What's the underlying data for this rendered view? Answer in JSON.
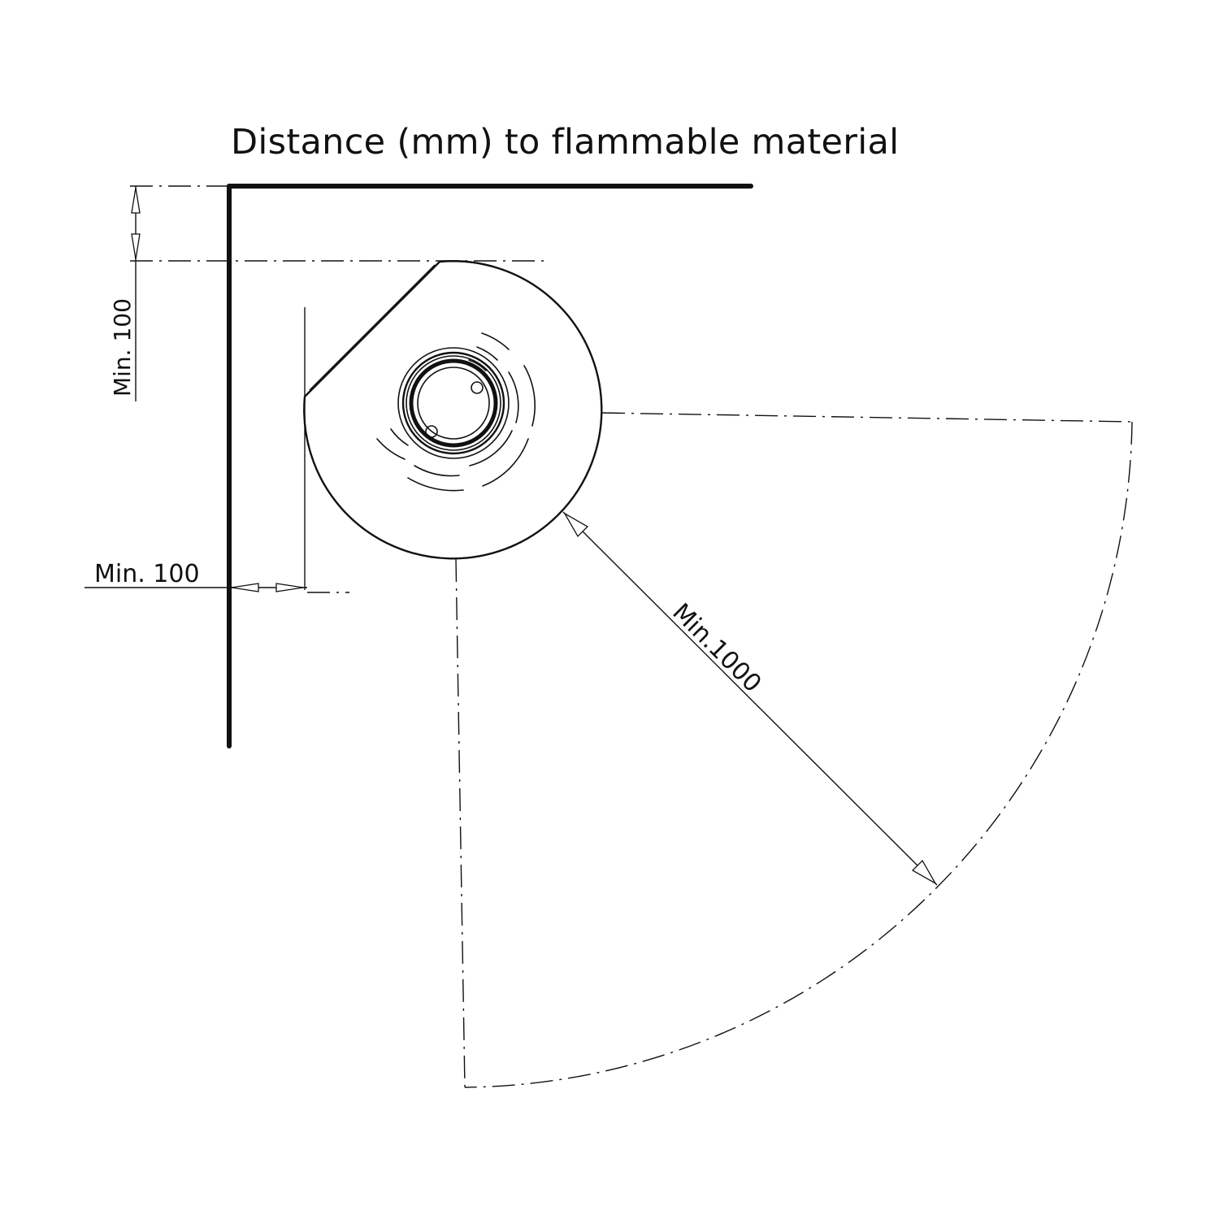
{
  "title": "Distance (mm) to flammable material",
  "labels": {
    "top_clearance": "Min. 100",
    "side_clearance": "Min. 100",
    "front_clearance": "Min.1000"
  },
  "colors": {
    "line": "#111111",
    "background": "#ffffff"
  }
}
